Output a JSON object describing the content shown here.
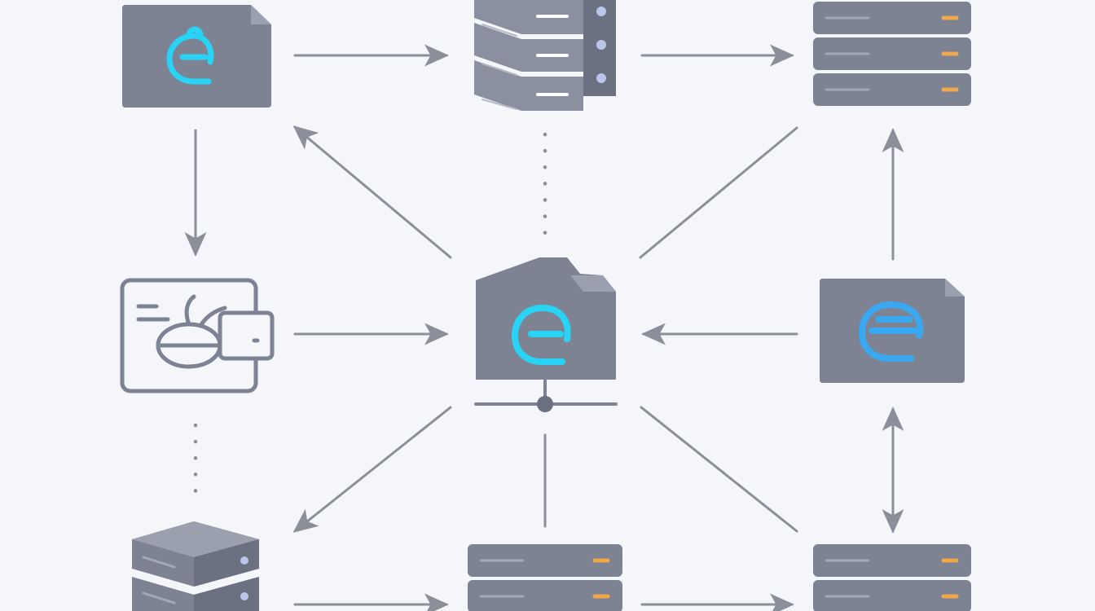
{
  "diagram": {
    "colors": {
      "background": "#f5f6f9",
      "node_fill": "#7d8392",
      "node_dark": "#6b7180",
      "node_light": "#9aa0ad",
      "arrow": "#8a8f9a",
      "accent_cyan": "#29d3f5",
      "accent_blue": "#3aa8f0",
      "led_orange": "#f0a64a",
      "led_blue": "#b9c6ea"
    },
    "nodes": [
      {
        "id": "folder-top-left",
        "icon": "folder-with-cyan-logo-icon"
      },
      {
        "id": "server-tower-top-center",
        "icon": "server-tower-icon"
      },
      {
        "id": "rack-top-right",
        "icon": "rack-server-icon"
      },
      {
        "id": "card-mid-left",
        "icon": "card-with-leaf-icon"
      },
      {
        "id": "folder-center-hub",
        "icon": "network-folder-icon"
      },
      {
        "id": "folder-mid-right",
        "icon": "folder-with-blue-e-icon"
      },
      {
        "id": "server-stack-bottom-left",
        "icon": "server-stack-icon"
      },
      {
        "id": "rack-bottom-center",
        "icon": "rack-server-icon"
      },
      {
        "id": "rack-bottom-right",
        "icon": "rack-server-icon"
      }
    ],
    "edges": [
      {
        "from": "folder-top-left",
        "to": "server-tower-top-center",
        "style": "arrow"
      },
      {
        "from": "server-tower-top-center",
        "to": "rack-top-right",
        "style": "arrow"
      },
      {
        "from": "folder-top-left",
        "to": "card-mid-left",
        "style": "arrow"
      },
      {
        "from": "folder-center-hub",
        "to": "folder-top-left",
        "style": "arrow"
      },
      {
        "from": "folder-center-hub",
        "to": "rack-top-right",
        "style": "line"
      },
      {
        "from": "server-tower-top-center",
        "to": "folder-center-hub",
        "style": "dotted"
      },
      {
        "from": "folder-mid-right",
        "to": "rack-top-right",
        "style": "arrow"
      },
      {
        "from": "card-mid-left",
        "to": "folder-center-hub",
        "style": "arrow"
      },
      {
        "from": "folder-mid-right",
        "to": "folder-center-hub",
        "style": "arrow"
      },
      {
        "from": "card-mid-left",
        "to": "server-stack-bottom-left",
        "style": "dotted"
      },
      {
        "from": "folder-center-hub",
        "to": "server-stack-bottom-left",
        "style": "arrow"
      },
      {
        "from": "folder-center-hub",
        "to": "rack-bottom-center",
        "style": "line"
      },
      {
        "from": "folder-center-hub",
        "to": "rack-bottom-right",
        "style": "line"
      },
      {
        "from": "folder-mid-right",
        "to": "rack-bottom-right",
        "style": "double-arrow"
      },
      {
        "from": "server-stack-bottom-left",
        "to": "rack-bottom-center",
        "style": "arrow"
      },
      {
        "from": "rack-bottom-center",
        "to": "rack-bottom-right",
        "style": "arrow"
      }
    ]
  }
}
